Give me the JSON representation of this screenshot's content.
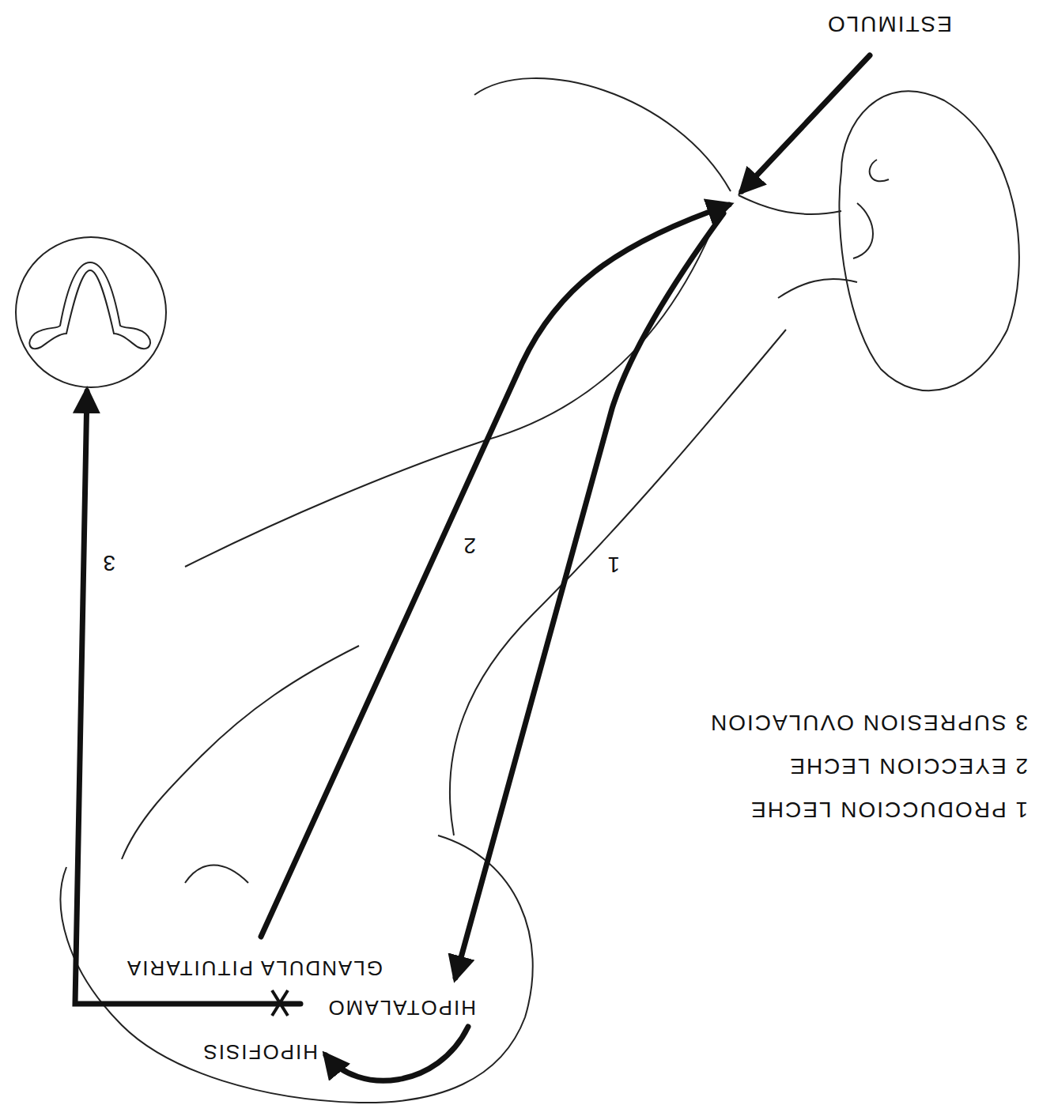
{
  "diagram": {
    "labels": [
      "ESTIMULO",
      "1 PRODUCCION LECHE",
      "2 EYECCION LECHE",
      "3 SUPRESION OVULACION",
      "HIPOTALAMO",
      "GLANDULA PITUITARIA",
      "HIPOFISIS",
      "1",
      "2",
      "3"
    ]
  }
}
